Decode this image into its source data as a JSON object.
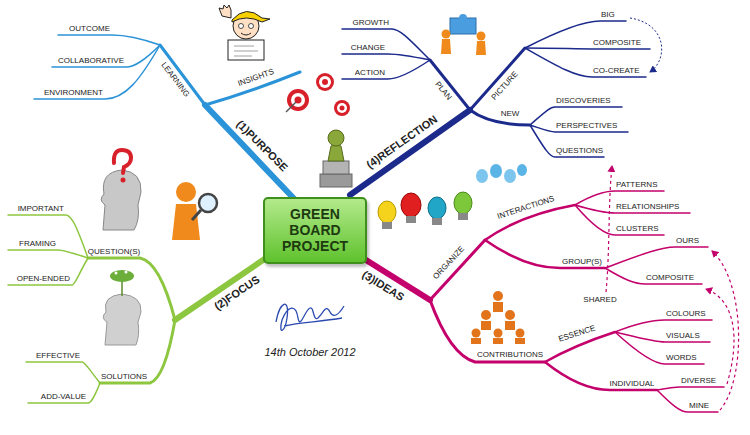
{
  "diagram": {
    "nodes": [
      {
        "text": [
          "GREEN BOARD PROJECT"
        ]
      }
    ],
    "labels": [
      "(1)PURPOSE",
      "LEARNING",
      "INSIGHTS",
      "OUTCOME",
      "COLLABORATIVE",
      "ENVIRONMENT",
      "(2)FOCUS",
      "QUESTION(S)",
      "IMPORTANT",
      "FRAMING",
      "OPEN-ENDED",
      "SOLUTIONS",
      "EFFECTIVE",
      "ADD-VALUE",
      "(3)IDEAS",
      "ORGANIZE",
      "INTERACTIONS",
      "PATTERNS",
      "RELATIONSHIPS",
      "CLUSTERS",
      "GROUP(S)",
      "OURS",
      "COMPOSITE",
      "SHARED",
      "CONTRIBUTIONS",
      "ESSENCE",
      "COLOURS",
      "VISUALS",
      "WORDS",
      "INDIVIDUAL",
      "DIVERSE",
      "MINE",
      "(4)REFLECTION",
      "PLAN",
      "GROWTH",
      "CHANGE",
      "ACTION",
      "PICTURE",
      "BIG",
      "COMPOSITE",
      "CO-CREATE",
      "NEW",
      "DISCOVERIES",
      "PERSPECTIVES",
      "QUESTIONS",
      "14th October 2012"
    ]
  }
}
